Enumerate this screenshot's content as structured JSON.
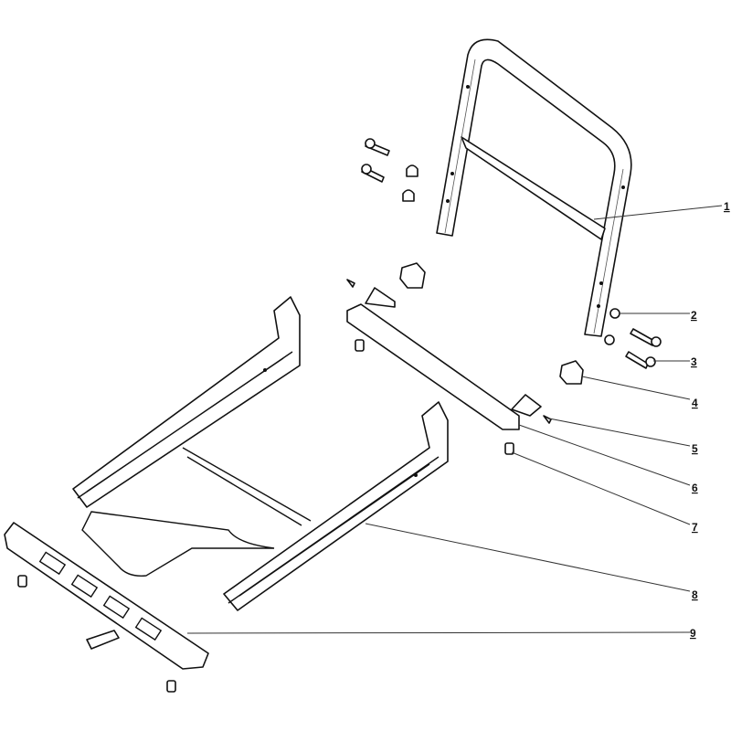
{
  "diagram": {
    "callouts": [
      {
        "number": "1",
        "part": "backrest-frame"
      },
      {
        "number": "2",
        "part": "nut"
      },
      {
        "number": "3",
        "part": "bolt"
      },
      {
        "number": "4",
        "part": "bracket-block"
      },
      {
        "number": "5",
        "part": "screw"
      },
      {
        "number": "6",
        "part": "cross-bar"
      },
      {
        "number": "7",
        "part": "stud"
      },
      {
        "number": "8",
        "part": "seat-rails-assembly"
      },
      {
        "number": "9",
        "part": "mounting-plate"
      }
    ]
  }
}
